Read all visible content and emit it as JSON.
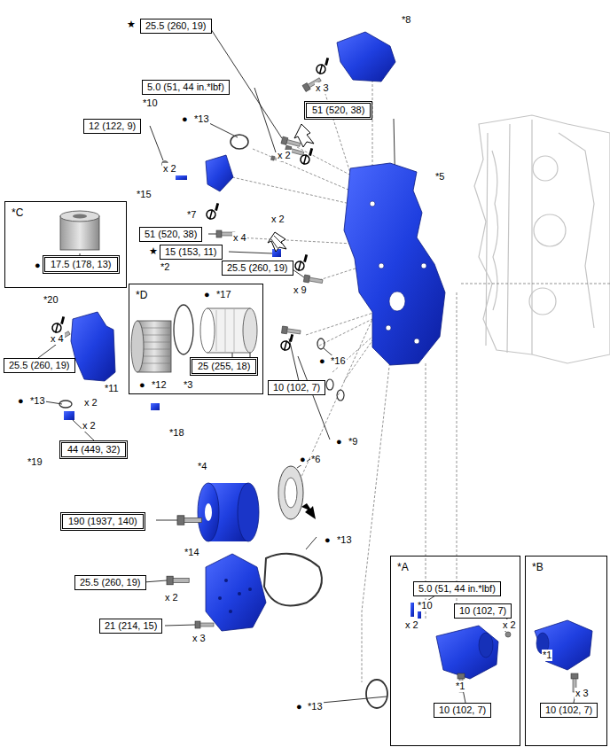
{
  "diagram": {
    "nodes": [
      {
        "text": [
          "25.5 (260, 19)"
        ]
      },
      {
        "text": [
          "51 (520, 38)"
        ]
      },
      {
        "text": [
          "5.0 (51, 44 in.*lbf)"
        ]
      },
      {
        "text": [
          "12 (122, 9)"
        ]
      },
      {
        "text": [
          "*C"
        ]
      },
      {
        "text": [
          "17.5 (178, 13)"
        ],
        "in": 4
      },
      {
        "text": [
          "51 (520, 38)"
        ]
      },
      {
        "text": [
          "15 (153, 11)"
        ]
      },
      {
        "text": [
          "25.5 (260, 19)"
        ]
      },
      {
        "text": [
          "*D"
        ]
      },
      {
        "text": [
          "25 (255, 18)"
        ],
        "in": 9
      },
      {
        "text": [
          "25.5 (260, 19)"
        ]
      },
      {
        "text": [
          "10 (102, 7)"
        ]
      },
      {
        "text": [
          "44 (449, 32)"
        ]
      },
      {
        "text": [
          "190 (1937, 140)"
        ]
      },
      {
        "text": [
          "*A"
        ]
      },
      {
        "text": [
          "5.0 (51, 44 in.*lbf)"
        ],
        "in": 15
      },
      {
        "text": [
          "10 (102, 7)"
        ],
        "in": 15
      },
      {
        "text": [
          "10 (102, 7)"
        ],
        "in": 15
      },
      {
        "text": [
          "*B"
        ]
      },
      {
        "text": [
          "10 (102, 7)"
        ],
        "in": 19
      },
      {
        "text": [
          "25.5 (260, 19)"
        ]
      },
      {
        "text": [
          "21 (214, 15)"
        ]
      }
    ],
    "labels": [
      "★",
      "*8",
      "x 3",
      "*10",
      "●",
      "*13",
      "x 2",
      "x 2",
      "*5",
      "*15",
      "*7",
      "x 2",
      "x 4",
      "★",
      "*2",
      "●",
      "x 9",
      "●",
      "*17",
      "*20",
      "x 4",
      "●",
      "*16",
      "*11",
      "●",
      "*12",
      "*3",
      "●",
      "*13",
      "x 2",
      "x 2",
      "*18",
      "●",
      "*9",
      "●",
      "*6",
      "*19",
      "*4",
      "●",
      "*13",
      "*14",
      "x 2",
      "*10",
      "x 2",
      "x 2",
      "x 3",
      "*1",
      "*1",
      "x 3",
      "●",
      "*13"
    ]
  }
}
